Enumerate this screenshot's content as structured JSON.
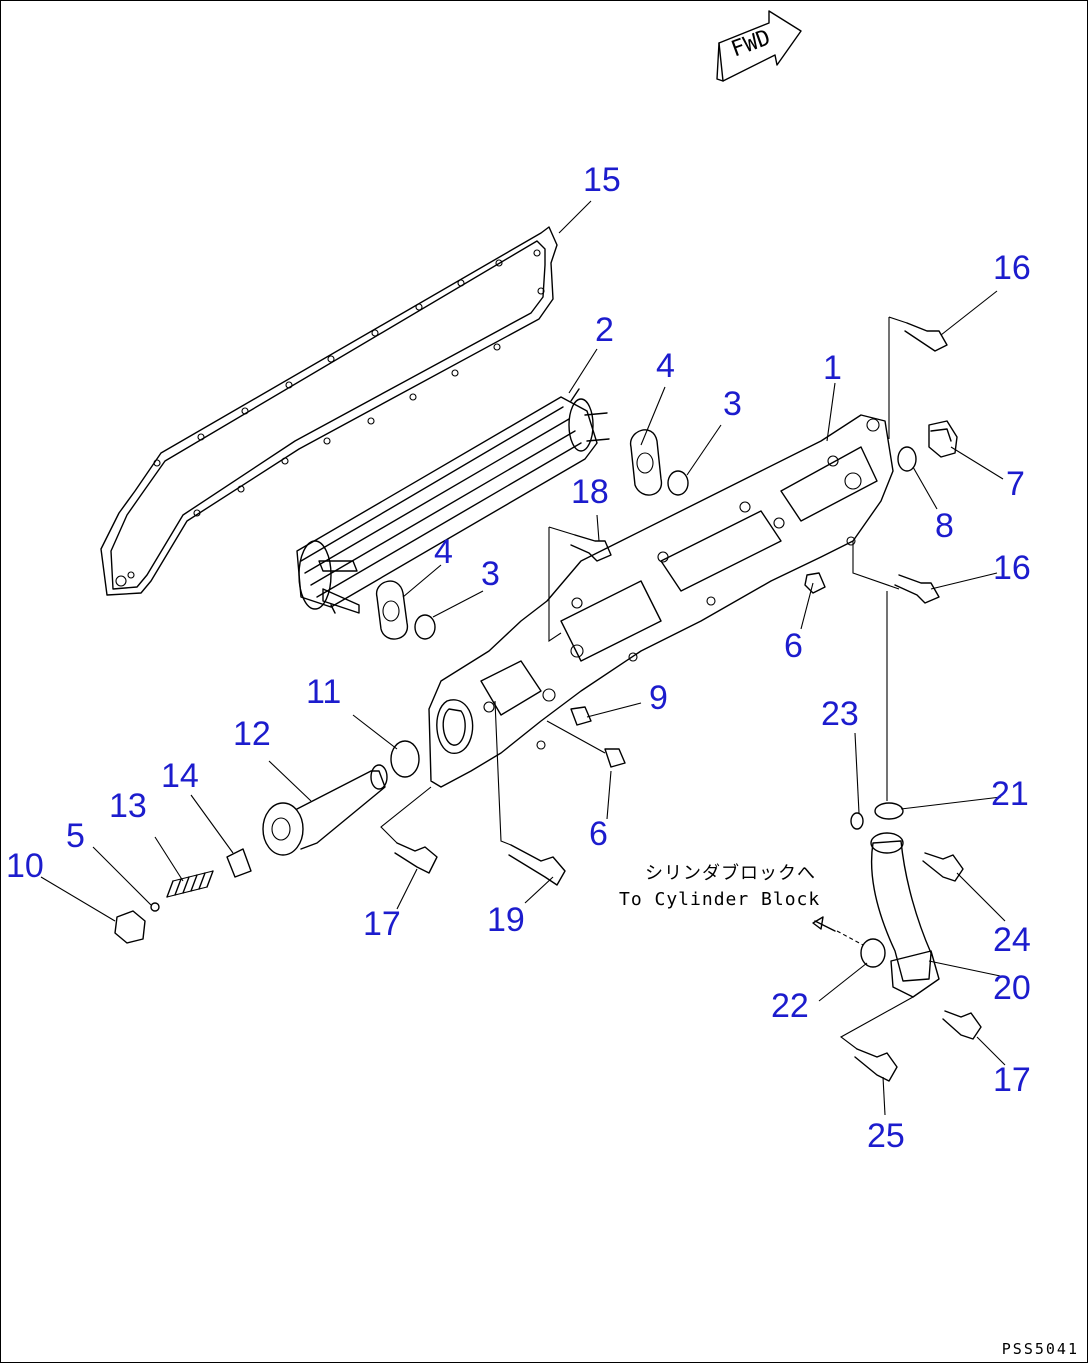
{
  "forward_arrow": {
    "label": "FWD"
  },
  "note": {
    "japanese": "シリンダブロックへ",
    "english": "To Cylinder Block"
  },
  "drawing_code": "PSS5041",
  "colors": {
    "callout": "#1c1ccd",
    "line": "#000000"
  },
  "callouts": [
    {
      "id": "c15",
      "text": "15"
    },
    {
      "id": "c2",
      "text": "2"
    },
    {
      "id": "c4a",
      "text": "4"
    },
    {
      "id": "c3a",
      "text": "3"
    },
    {
      "id": "c1",
      "text": "1"
    },
    {
      "id": "c16a",
      "text": "16"
    },
    {
      "id": "c7",
      "text": "7"
    },
    {
      "id": "c8",
      "text": "8"
    },
    {
      "id": "c18",
      "text": "18"
    },
    {
      "id": "c4b",
      "text": "4"
    },
    {
      "id": "c3b",
      "text": "3"
    },
    {
      "id": "c16b",
      "text": "16"
    },
    {
      "id": "c6a",
      "text": "6"
    },
    {
      "id": "c11",
      "text": "11"
    },
    {
      "id": "c9",
      "text": "9"
    },
    {
      "id": "c12",
      "text": "12"
    },
    {
      "id": "c23",
      "text": "23"
    },
    {
      "id": "c14",
      "text": "14"
    },
    {
      "id": "c13",
      "text": "13"
    },
    {
      "id": "c5",
      "text": "5"
    },
    {
      "id": "c21",
      "text": "21"
    },
    {
      "id": "c6b",
      "text": "6"
    },
    {
      "id": "c10",
      "text": "10"
    },
    {
      "id": "c17a",
      "text": "17"
    },
    {
      "id": "c19",
      "text": "19"
    },
    {
      "id": "c24",
      "text": "24"
    },
    {
      "id": "c20",
      "text": "20"
    },
    {
      "id": "c22",
      "text": "22"
    },
    {
      "id": "c17b",
      "text": "17"
    },
    {
      "id": "c25",
      "text": "25"
    }
  ]
}
